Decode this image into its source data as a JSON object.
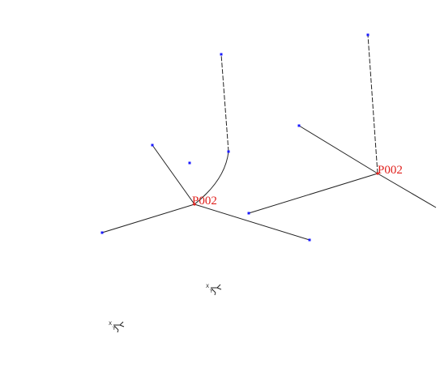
{
  "viewport": {
    "background": "#ffffff",
    "grip_color": "#1a1aff",
    "label_color": "#e0201c",
    "line_color": "#222222"
  },
  "points": [
    {
      "label": "P002"
    },
    {
      "label": "P002"
    }
  ],
  "ucs_icons": [
    {
      "x_label": "X",
      "y_label": "Y"
    },
    {
      "x_label": "X",
      "y_label": "Y"
    }
  ]
}
